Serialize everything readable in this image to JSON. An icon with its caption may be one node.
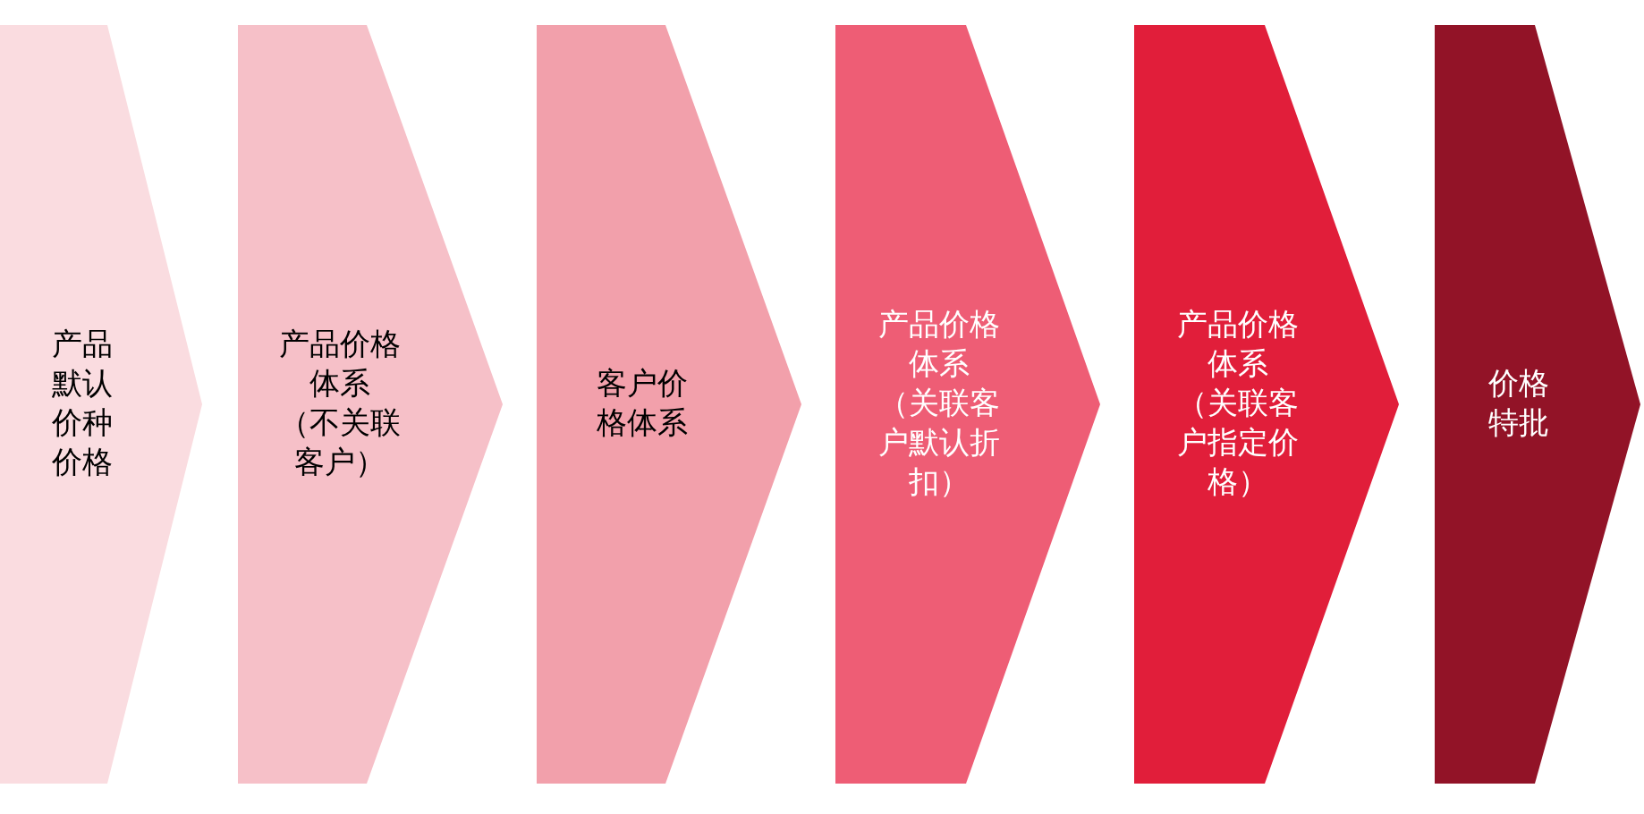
{
  "diagram": {
    "nodes": [
      {
        "text": [
          "产品默认价种价格"
        ]
      },
      {
        "text": [
          "产品价格体系",
          "（不关联客户）"
        ]
      },
      {
        "text": [
          "客户价格体系"
        ]
      },
      {
        "text": [
          "产品价格体系",
          "（关联客户默认折扣）"
        ]
      },
      {
        "text": [
          "产品价格体系",
          "（关联客户指定价格）"
        ]
      },
      {
        "text": [
          "价格特批"
        ]
      }
    ]
  }
}
